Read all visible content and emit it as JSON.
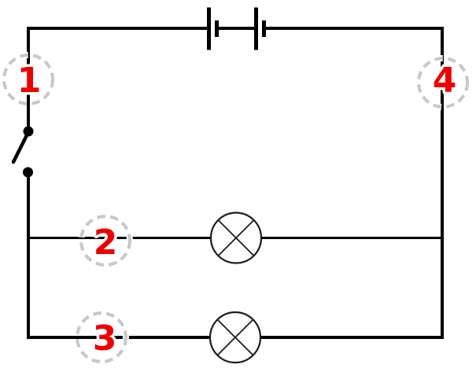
{
  "page": {
    "title": "Circuit diagram with numbered measurement positions"
  },
  "colors": {
    "background": "#ffffff",
    "wire": "#000000",
    "lamp_outline": "#1c1c1c",
    "marker_red": "#ee0000",
    "marker_gray": "#c8c8c8",
    "halo_white": "#ffffff"
  },
  "components": {
    "battery": "battery-two-cells",
    "switch": "open-switch",
    "lamps": [
      "lamp-middle-branch",
      "lamp-bottom-branch"
    ]
  },
  "markers": [
    {
      "id": "position-1",
      "label": "1"
    },
    {
      "id": "position-2",
      "label": "2"
    },
    {
      "id": "position-3",
      "label": "3"
    },
    {
      "id": "position-4",
      "label": "4"
    }
  ]
}
